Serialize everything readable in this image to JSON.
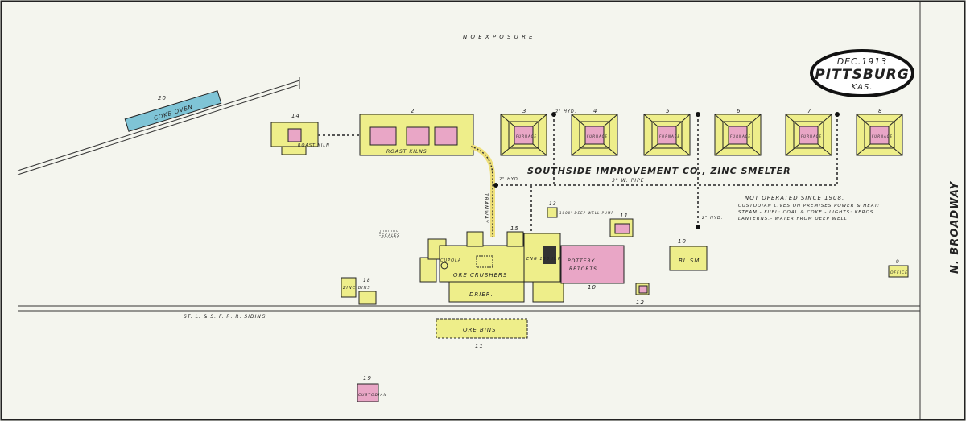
{
  "title_badge": {
    "date": "DEC.1913",
    "city": "PITTSBURG",
    "state": "KAS."
  },
  "exposure_note": "N O   E X P O S U R E",
  "street": "N. BROADWAY",
  "company": "SOUTHSIDE IMPROVEMENT CO., ZINC SMELTER",
  "notes": [
    "NOT OPERATED SINCE 1908.",
    "CUSTODIAN LIVES ON PREMISES POWER & HEAT:",
    "STEAM.- FUEL: COAL & COKE.- LIGHTS: KEROS",
    "LANTERNS.- WATER FROM DEEP WELL"
  ],
  "railroad": "ST. L. & S. F. R. R. SIDING",
  "buildings": {
    "coke_oven": {
      "num": "20",
      "label": "COKE OVEN"
    },
    "roast_kiln_small": {
      "num": "14",
      "label": "ROAST KILN"
    },
    "roast_kilns": {
      "num": "2",
      "label": "ROAST KILNS"
    },
    "furnaces": [
      {
        "num": "3",
        "label": "FURNACE"
      },
      {
        "num": "4",
        "label": "FURNACE"
      },
      {
        "num": "5",
        "label": "FURNACE"
      },
      {
        "num": "6",
        "label": "FURNACE"
      },
      {
        "num": "7",
        "label": "FURNACE"
      },
      {
        "num": "8",
        "label": "FURNACE"
      }
    ],
    "ore_crushers": {
      "label": "ORE CRUSHERS",
      "num": "15"
    },
    "drier": {
      "label": "DRIER."
    },
    "cupola": {
      "label": "CUPOLA"
    },
    "engine": {
      "label": "ENG 150 H.P."
    },
    "pottery": {
      "label1": "POTTERY",
      "label2": "RETORTS",
      "num": "10"
    },
    "bl_sm": {
      "num": "10",
      "label": "BL SM."
    },
    "office": {
      "num": "9",
      "label": "OFFICE"
    },
    "ore_bins": {
      "num": "11",
      "label": "ORE BINS."
    },
    "custodian": {
      "num": "19",
      "label": "CUSTODIAN"
    },
    "zinc_bins": {
      "num": "18",
      "label": "ZINC BINS"
    },
    "scales": {
      "label": "SCALES"
    },
    "well": {
      "num": "13",
      "label": "1000' DEEP WELL PUMP"
    },
    "bldg_11": {
      "num": "11"
    },
    "bldg_12": {
      "num": "12"
    }
  },
  "pipes": {
    "hyd": "2\" HYD.",
    "wpipe": "3\" W. PIPE",
    "tramway": "TRAMWAY"
  },
  "colors": {
    "frame": "#222222",
    "paper": "#f4f5ee",
    "yellow": "#eeee8a",
    "pink": "#e9a6c6",
    "blue": "#7fc4d6"
  }
}
